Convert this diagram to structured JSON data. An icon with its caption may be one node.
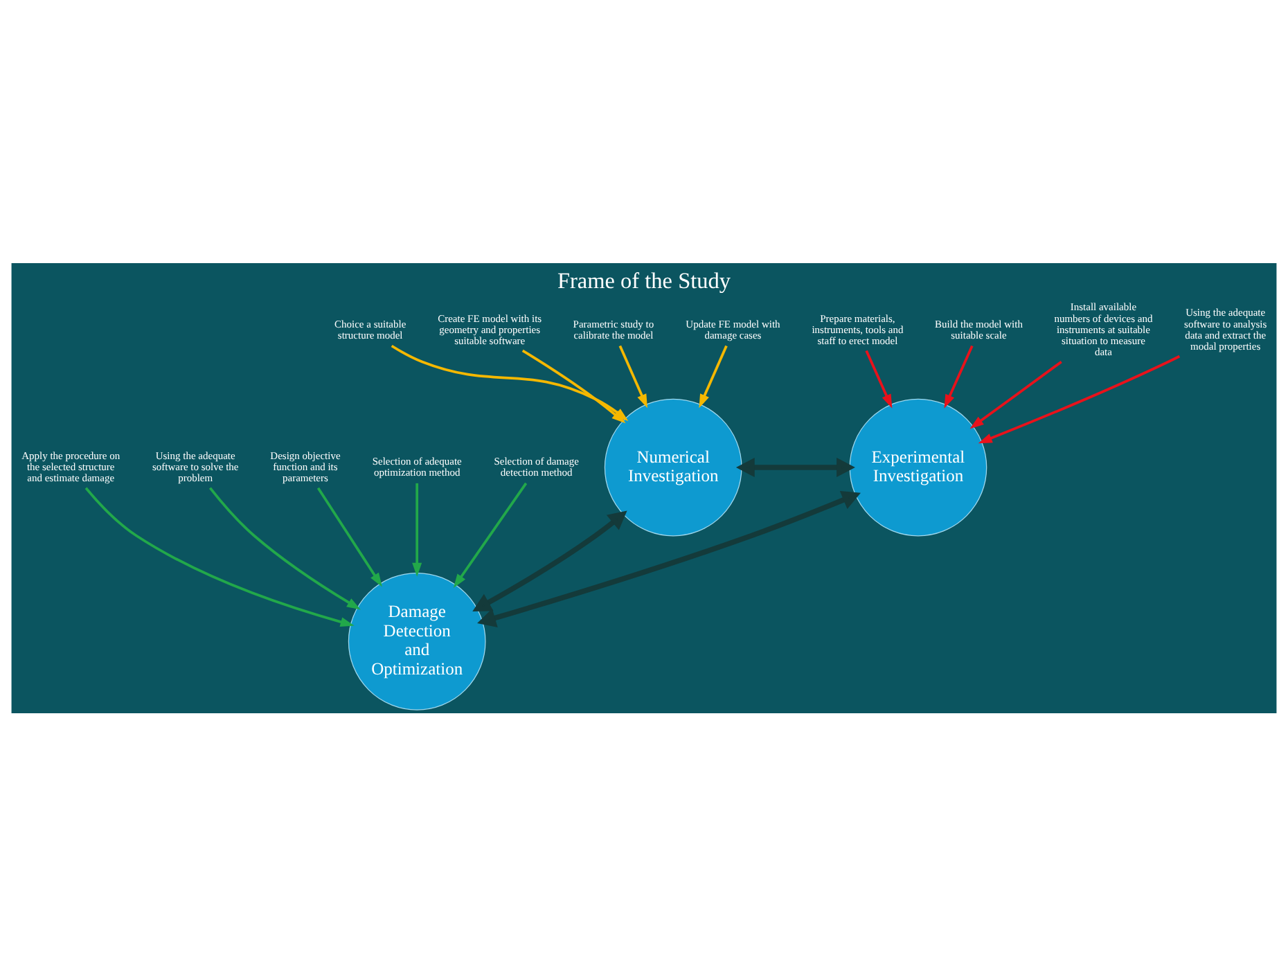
{
  "diagram": {
    "title": "Frame of the Study",
    "nodes": [
      {
        "text": [
          "Numerical Investigation"
        ]
      },
      {
        "text": [
          "Experimental Investigation"
        ]
      },
      {
        "text": [
          "Damage Detection and Optimization"
        ]
      },
      {
        "text": [
          "Choice a suitable structure model"
        ]
      },
      {
        "text": [
          "Create FE model with its geometry and properties suitable software"
        ]
      },
      {
        "text": [
          "Parametric study to calibrate the model"
        ]
      },
      {
        "text": [
          "Update FE model with damage cases"
        ]
      },
      {
        "text": [
          "Prepare materials, instruments, tools and staff to erect model"
        ]
      },
      {
        "text": [
          "Build the model with suitable scale"
        ]
      },
      {
        "text": [
          "Install available numbers of devices and instruments at suitable situation to measure data"
        ]
      },
      {
        "text": [
          "Using the adequate software to analysis data and extract the modal properties"
        ]
      },
      {
        "text": [
          "Apply the procedure on the selected structure and estimate damage"
        ]
      },
      {
        "text": [
          "Using the adequate software to solve the problem"
        ]
      },
      {
        "text": [
          "Design objective function and its parameters"
        ]
      },
      {
        "text": [
          "Selection of adequate optimization method"
        ]
      },
      {
        "text": [
          "Selection of damage detection method"
        ]
      }
    ],
    "edges": [
      {
        "from": 0,
        "to": 1,
        "arrow": "both",
        "style": "thick",
        "color": "#143a3a"
      },
      {
        "from": 0,
        "to": 2,
        "arrow": "both",
        "style": "thick",
        "color": "#143a3a"
      },
      {
        "from": 2,
        "to": 1,
        "arrow": "both",
        "style": "thick",
        "color": "#143a3a"
      },
      {
        "from": 3,
        "to": 0,
        "arrow": "to",
        "color": "#f5b800"
      },
      {
        "from": 4,
        "to": 0,
        "arrow": "to",
        "color": "#f5b800"
      },
      {
        "from": 5,
        "to": 0,
        "arrow": "to",
        "color": "#f5b800"
      },
      {
        "from": 6,
        "to": 0,
        "arrow": "to",
        "color": "#f5b800"
      },
      {
        "from": 7,
        "to": 1,
        "arrow": "to",
        "color": "#e8121b"
      },
      {
        "from": 8,
        "to": 1,
        "arrow": "to",
        "color": "#e8121b"
      },
      {
        "from": 9,
        "to": 1,
        "arrow": "to",
        "color": "#e8121b"
      },
      {
        "from": 10,
        "to": 1,
        "arrow": "to",
        "color": "#e8121b"
      },
      {
        "from": 11,
        "to": 2,
        "arrow": "to",
        "color": "#22a84a"
      },
      {
        "from": 12,
        "to": 2,
        "arrow": "to",
        "color": "#22a84a"
      },
      {
        "from": 13,
        "to": 2,
        "arrow": "to",
        "color": "#22a84a"
      },
      {
        "from": 14,
        "to": 2,
        "arrow": "to",
        "color": "#22a84a"
      },
      {
        "from": 15,
        "to": 2,
        "arrow": "to",
        "color": "#22a84a"
      }
    ]
  }
}
